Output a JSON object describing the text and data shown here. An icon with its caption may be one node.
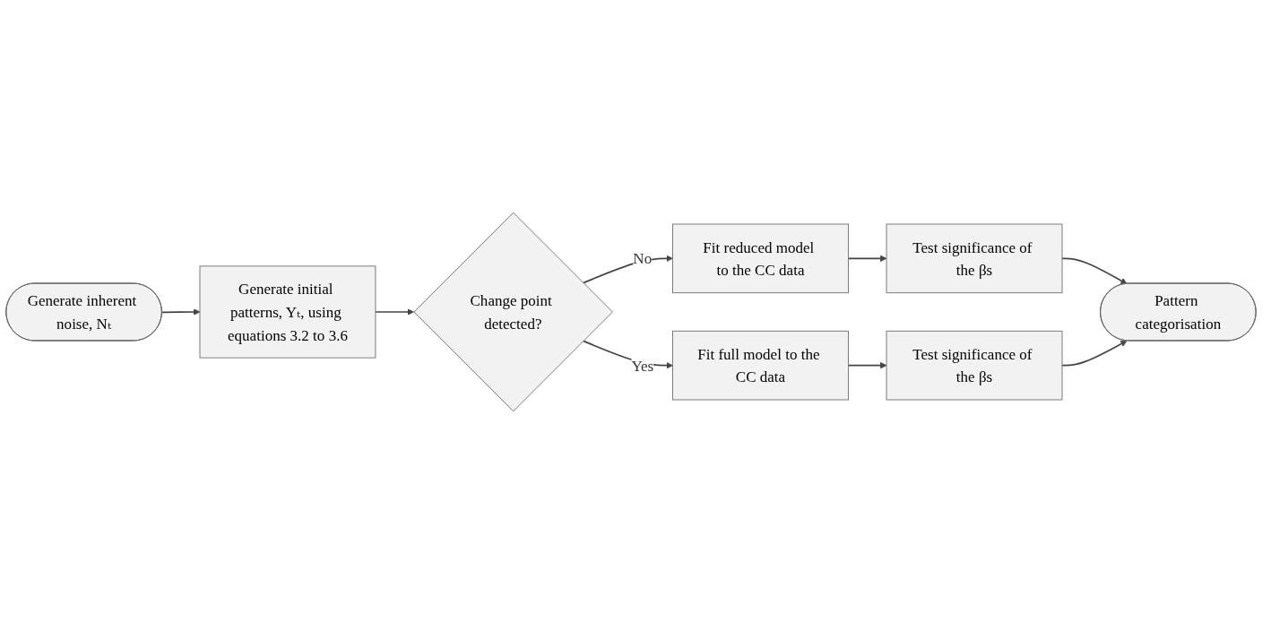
{
  "diagram": {
    "nodes": [
      {
        "text": [
          "Generate inherent noise, Nₜ"
        ]
      },
      {
        "text": [
          "Generate initial patterns, Yₜ, using equations 3.2 to 3.6"
        ]
      },
      {
        "text": [
          "Change point detected?"
        ]
      },
      {
        "text": [
          "Fit reduced model to the CC data"
        ]
      },
      {
        "text": [
          "Fit full model to the CC data"
        ]
      },
      {
        "text": [
          "Test significance of the βs"
        ]
      },
      {
        "text": [
          "Test significance of the βs"
        ]
      },
      {
        "text": [
          "Pattern categorisation"
        ]
      }
    ],
    "edges": [
      {
        "from": 0,
        "to": 1,
        "arrow": "to"
      },
      {
        "from": 1,
        "to": 2,
        "arrow": "to"
      },
      {
        "from": 2,
        "to": 3,
        "arrow": "to",
        "label": "No"
      },
      {
        "from": 2,
        "to": 4,
        "arrow": "to",
        "label": "Yes"
      },
      {
        "from": 3,
        "to": 5,
        "arrow": "to"
      },
      {
        "from": 4,
        "to": 6,
        "arrow": "to"
      },
      {
        "from": 5,
        "to": 7,
        "arrow": "to"
      },
      {
        "from": 6,
        "to": 7,
        "arrow": "to"
      }
    ]
  }
}
